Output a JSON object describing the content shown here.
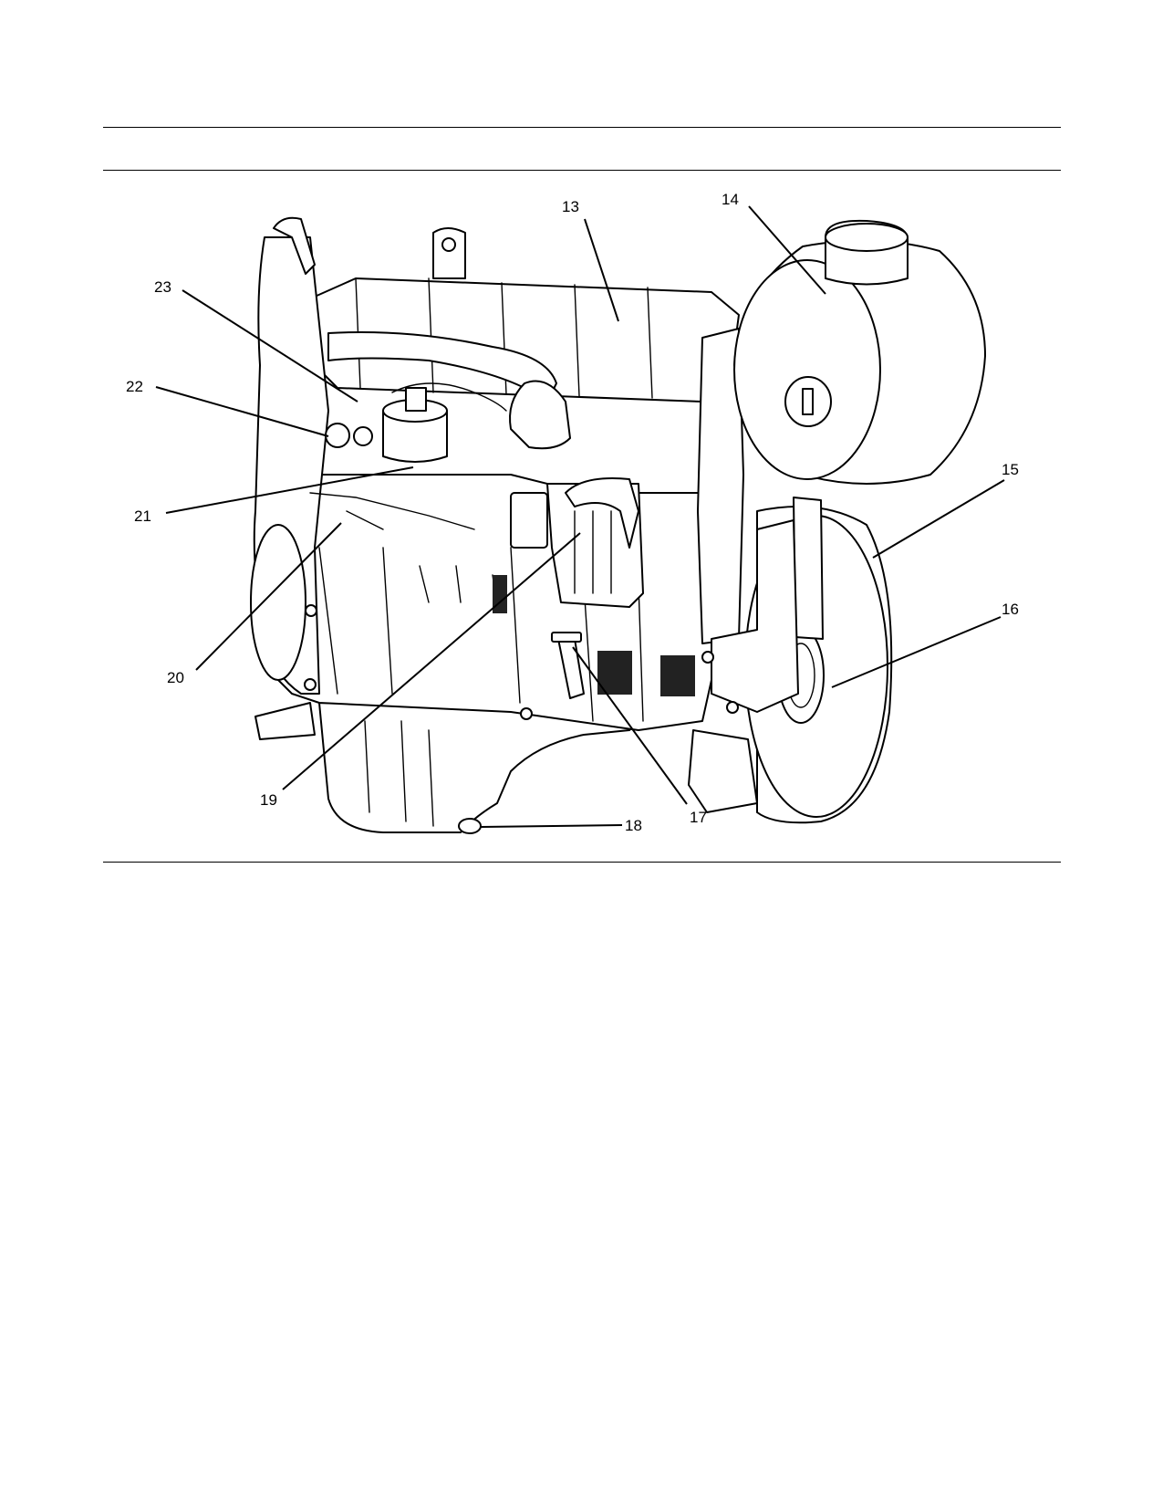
{
  "page": {
    "background": "#ffffff",
    "line_color": "#000000"
  },
  "callouts": [
    {
      "id": "13",
      "label": "13"
    },
    {
      "id": "14",
      "label": "14"
    },
    {
      "id": "15",
      "label": "15"
    },
    {
      "id": "16",
      "label": "16"
    },
    {
      "id": "17",
      "label": "17"
    },
    {
      "id": "18",
      "label": "18"
    },
    {
      "id": "19",
      "label": "19"
    },
    {
      "id": "20",
      "label": "20"
    },
    {
      "id": "21",
      "label": "21"
    },
    {
      "id": "22",
      "label": "22"
    },
    {
      "id": "23",
      "label": "23"
    }
  ]
}
